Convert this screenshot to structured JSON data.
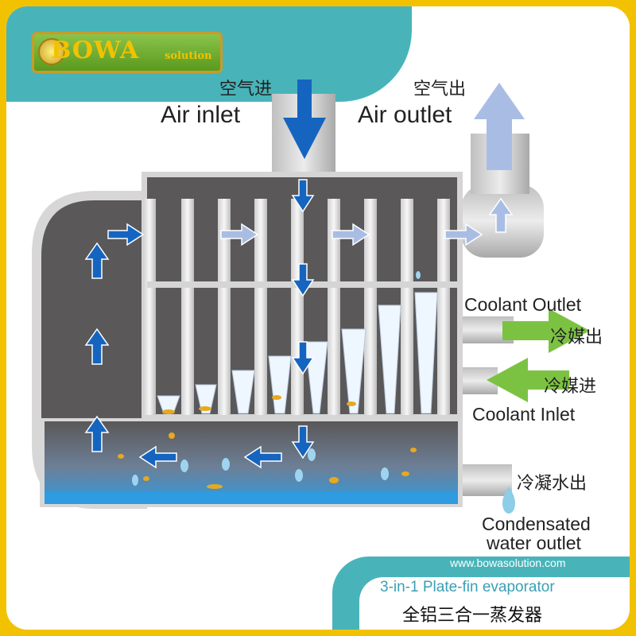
{
  "brand": {
    "name": "BOWA",
    "suffix": "solution"
  },
  "labels": {
    "air_inlet_cn": "空气进",
    "air_inlet_en": "Air inlet",
    "air_outlet_cn": "空气出",
    "air_outlet_en": "Air outlet",
    "coolant_outlet_en": "Coolant Outlet",
    "coolant_outlet_cn": "冷媒出",
    "coolant_inlet_cn": "冷媒进",
    "coolant_inlet_en": "Coolant Inlet",
    "condensate_cn": "冷凝水出",
    "condensate_en_line1": "Condensated",
    "condensate_en_line2": "water outlet"
  },
  "footer": {
    "url": "www.bowasolution.com",
    "subtitle_en": "3-in-1 Plate-fin evaporator",
    "subtitle_cn": "全铝三合一蒸发器"
  },
  "colors": {
    "frame_yellow": "#f2c200",
    "teal": "#48b4ba",
    "arrow_blue": "#1565c0",
    "arrow_lightblue": "#a9bde4",
    "arrow_green": "#7cc242",
    "housing_dark": "#5a5858",
    "water_blue": "#2f9be0"
  }
}
